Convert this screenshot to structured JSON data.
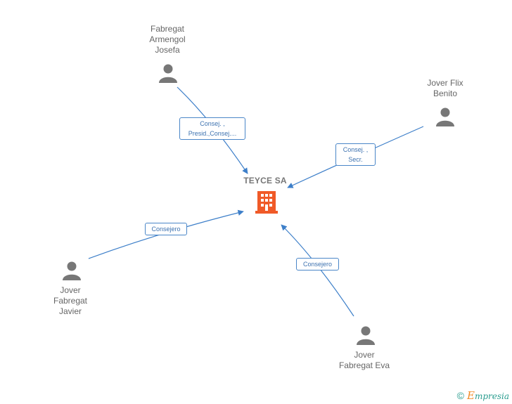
{
  "company": {
    "name": "TEYCE SA",
    "color": "#f05a28"
  },
  "people": [
    {
      "id": "p1",
      "name": "Fabregat\nArmengol\nJosefa"
    },
    {
      "id": "p2",
      "name": "Jover Flix\nBenito"
    },
    {
      "id": "p3",
      "name": "Jover\nFabregat\nJavier"
    },
    {
      "id": "p4",
      "name": "Jover\nFabregat Eva"
    }
  ],
  "edges": [
    {
      "from": "p1",
      "label": "Consej. ,\nPresid.,Consej...."
    },
    {
      "from": "p2",
      "label": "Consej. ,\nSecr."
    },
    {
      "from": "p3",
      "label": "Consejero"
    },
    {
      "from": "p4",
      "label": "Consejero"
    }
  ],
  "colors": {
    "edge": "#3d7fc9",
    "person_icon": "#777777",
    "text": "#666666"
  },
  "footer": {
    "copyright_symbol": "©",
    "brand_initial": "E",
    "brand_rest": "mpresia"
  }
}
